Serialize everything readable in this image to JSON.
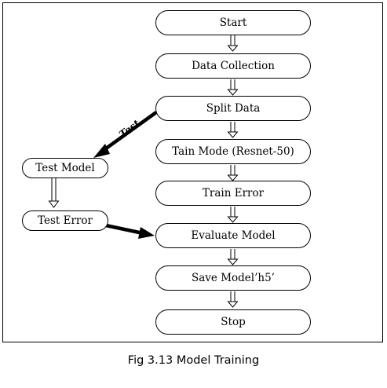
{
  "nodes": {
    "start": "Start",
    "data_collection": "Data Collection",
    "split_data": "Split Data",
    "train_model": "Tain Mode (Resnet-50)",
    "train_error": "Train Error",
    "evaluate_model": "Evaluate Model",
    "save_model": "Save Model’h5’",
    "stop": "Stop",
    "test_model": "Test Model",
    "test_error": "Test Error"
  },
  "edge_labels": {
    "test": "Test"
  },
  "caption": "Fig 3.13 Model Training"
}
